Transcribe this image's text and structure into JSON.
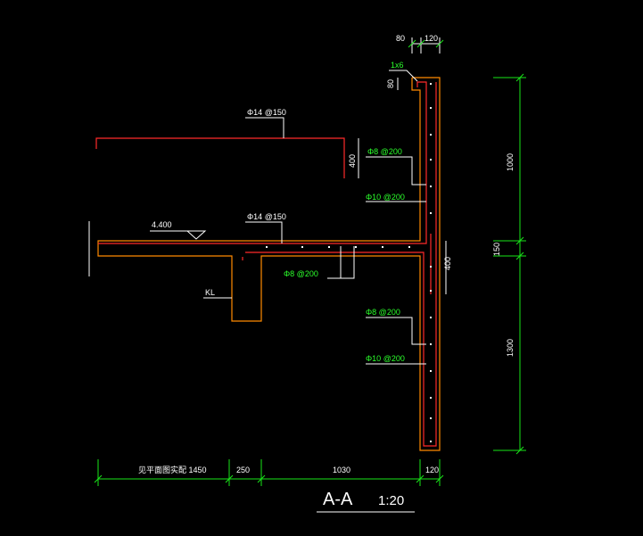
{
  "drawing": {
    "section_title": "A-A",
    "scale": "1:20",
    "dims_top": {
      "d80": "80",
      "d120": "120"
    },
    "label_1x6": "1x6",
    "dim_80_vert": "80",
    "rebar_top": "Φ14 @150",
    "rebar_slab": "Φ14 @150",
    "dim_400_upper": "400",
    "dim_400_wall": "400",
    "elevation": "4.400",
    "kl_label": "KL",
    "green_rebar": {
      "wall_upper_1": "Φ8 @200",
      "wall_upper_2": "Φ10 @200",
      "beam_stirrup": "Φ8 @200",
      "wall_lower_1": "Φ8 @200",
      "wall_lower_2": "Φ10 @200"
    },
    "dims_right": {
      "upper": "1000",
      "middle": "150",
      "lower": "1300"
    },
    "dims_bottom": {
      "slab_note": "见平面图实配 1450",
      "d250": "250",
      "d1030": "1030",
      "d120": "120"
    }
  },
  "colors": {
    "background": "#000000",
    "white_lines": "#ffffff",
    "red_rebar": "#ff2a2a",
    "orange_concrete": "#ff8a00",
    "green_dim": "#19e619",
    "green_text": "#2bff2b"
  }
}
